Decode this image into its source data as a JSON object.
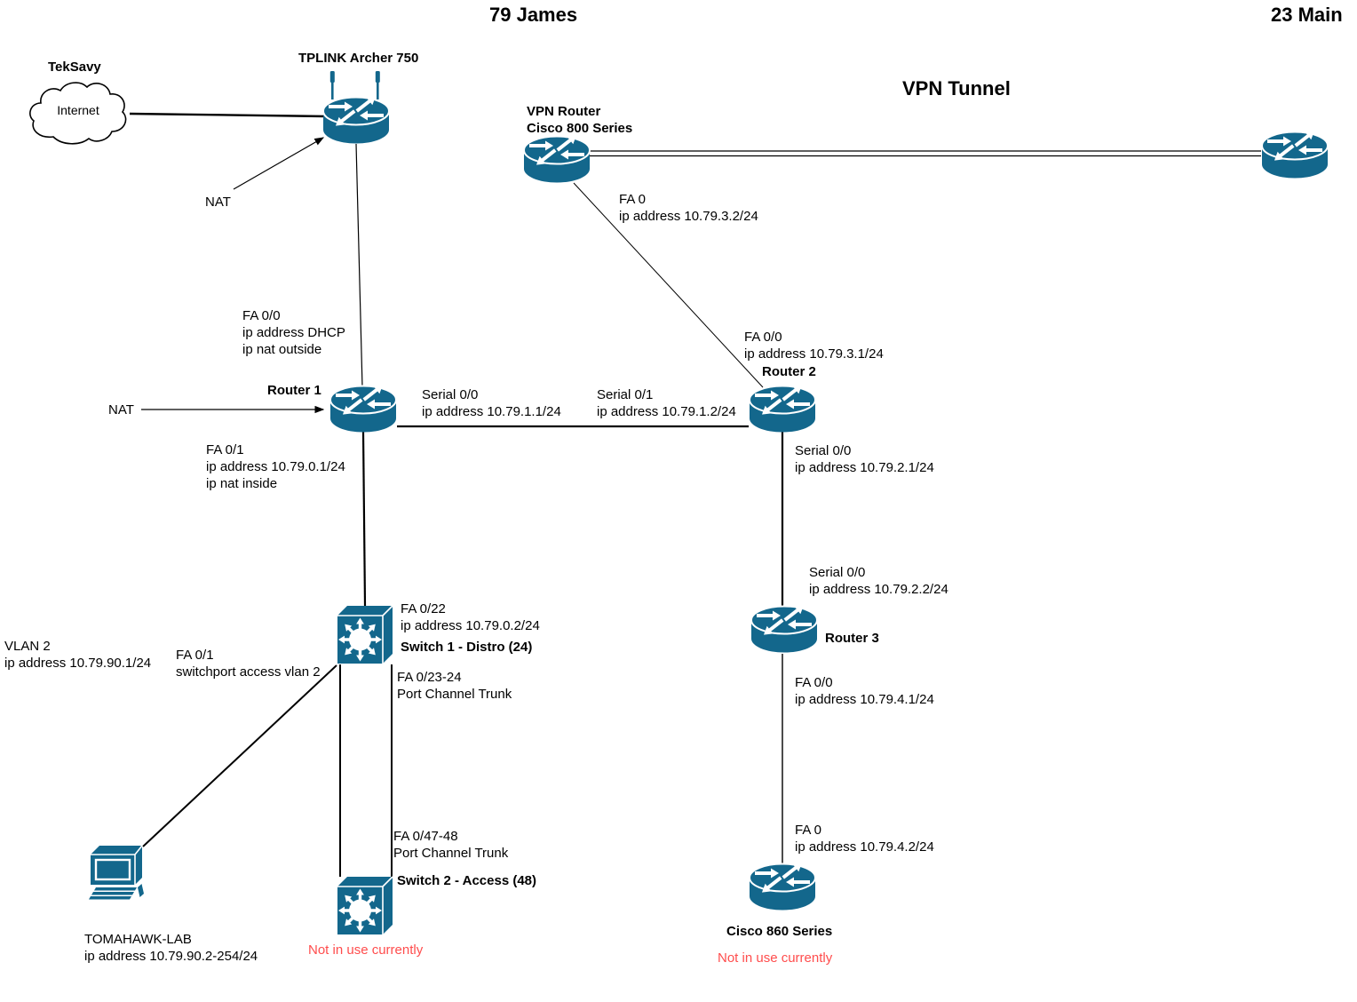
{
  "titles": {
    "site_a": "79 James",
    "site_b": "23 Main",
    "vpn_tunnel": "VPN Tunnel"
  },
  "colors": {
    "node": "#13678c",
    "alert": "#ff4d4d"
  },
  "nodes": {
    "internet": {
      "provider": "TekSavy",
      "label": "Internet"
    },
    "tplink": {
      "label": "TPLINK Archer 750"
    },
    "vpn_router": {
      "line1": "VPN Router",
      "line2": "Cisco 800 Series"
    },
    "router1": {
      "label": "Router 1"
    },
    "router2": {
      "label": "Router 2"
    },
    "router3": {
      "label": "Router 3"
    },
    "switch1": {
      "label": "Switch 1 - Distro (24)"
    },
    "switch2": {
      "label": "Switch 2 - Access (48)",
      "status": "Not in use currently"
    },
    "cisco860": {
      "label": "Cisco 860 Series",
      "status": "Not in use currently"
    },
    "workstation": {
      "line1": "TOMAHAWK-LAB",
      "line2": "ip address 10.79.90.2-254/24"
    }
  },
  "annotations": {
    "nat_wan": "NAT",
    "nat_lan": "NAT",
    "vpn_fa0": [
      "FA 0",
      "ip address 10.79.3.2/24"
    ],
    "r1_fa00": [
      "FA 0/0",
      "ip address DHCP",
      "ip nat outside"
    ],
    "r1_serial00": [
      "Serial 0/0",
      "ip address 10.79.1.1/24"
    ],
    "r2_serial01": [
      "Serial 0/1",
      "ip address 10.79.1.2/24"
    ],
    "r2_fa00": [
      "FA 0/0",
      "ip address 10.79.3.1/24"
    ],
    "r1_fa01": [
      "FA 0/1",
      "ip address 10.79.0.1/24",
      "ip nat inside"
    ],
    "r2_serial00": [
      "Serial 0/0",
      "ip address 10.79.2.1/24"
    ],
    "r3_serial00": [
      "Serial 0/0",
      "ip address 10.79.2.2/24"
    ],
    "r3_fa00": [
      "FA 0/0",
      "ip address 10.79.4.1/24"
    ],
    "c860_fa0": [
      "FA 0",
      "ip address 10.79.4.2/24"
    ],
    "vlan2": [
      "VLAN 2",
      "ip address 10.79.90.1/24"
    ],
    "sw1_fa01": [
      "FA 0/1",
      "switchport access vlan 2"
    ],
    "sw1_fa022": [
      "FA 0/22",
      "ip address 10.79.0.2/24"
    ],
    "sw1_trunk": [
      "FA 0/23-24",
      "Port Channel Trunk"
    ],
    "sw2_trunk": [
      "FA 0/47-48",
      "Port Channel Trunk"
    ]
  }
}
